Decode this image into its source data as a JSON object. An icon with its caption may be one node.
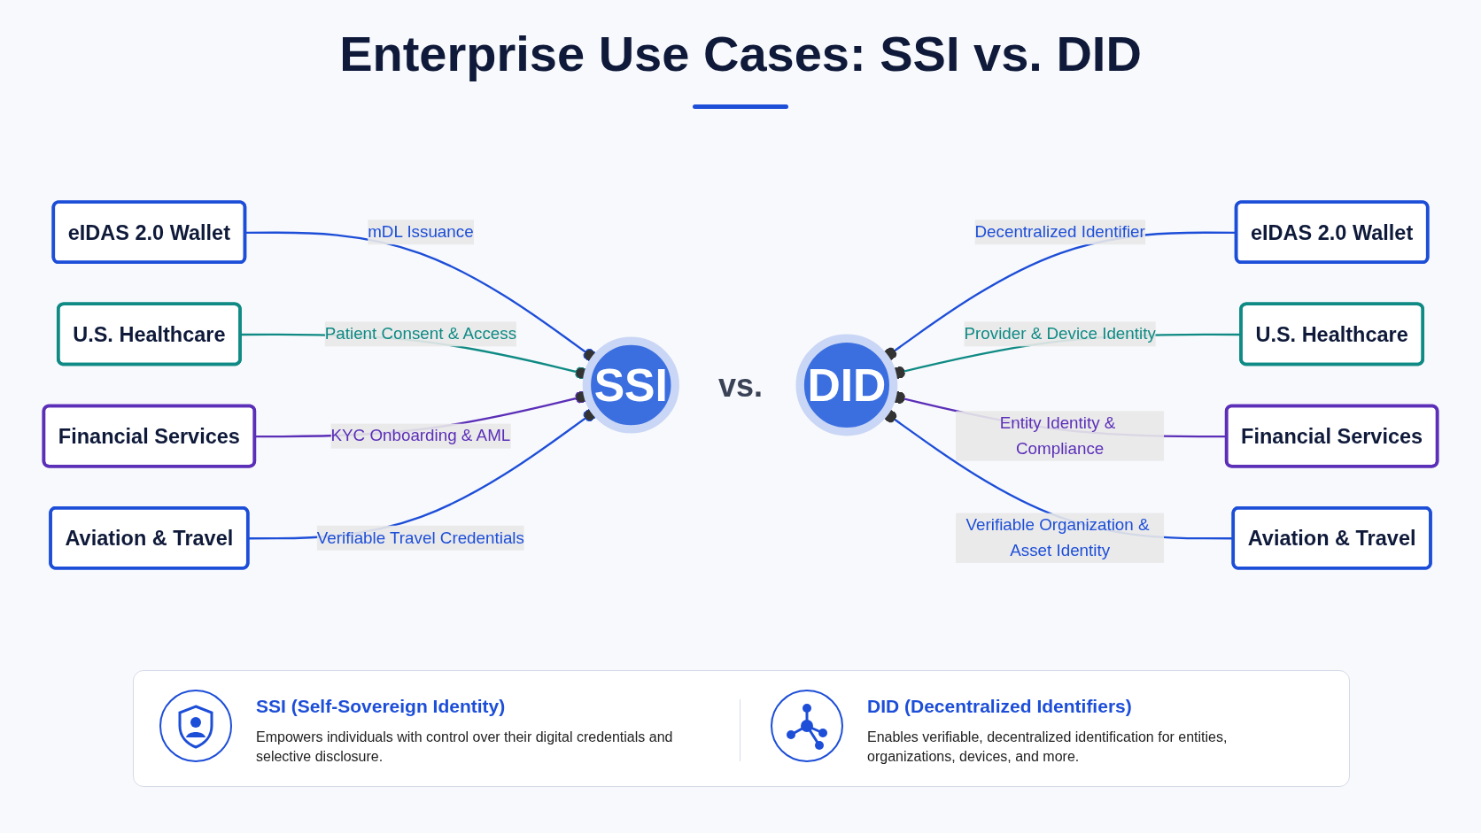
{
  "diagram": {
    "title": "Enterprise Use Cases: SSI vs. DID",
    "nodes": [
      {
        "text": [
          "eIDAS 2.0 Wallet"
        ]
      },
      {
        "text": [
          "U.S. Healthcare"
        ]
      },
      {
        "text": [
          "Financial Services"
        ]
      },
      {
        "text": [
          "Aviation & Travel"
        ]
      },
      {
        "text": [
          "SSI"
        ]
      },
      {
        "text": [
          "DID"
        ]
      },
      {
        "text": [
          "eIDAS 2.0 Wallet"
        ]
      },
      {
        "text": [
          "U.S. Healthcare"
        ]
      },
      {
        "text": [
          "Financial Services"
        ]
      },
      {
        "text": [
          "Aviation & Travel"
        ]
      }
    ],
    "edges": [
      {
        "from": 0,
        "to": 4,
        "arrow": "other",
        "label": "mDL Issuance"
      },
      {
        "from": 1,
        "to": 4,
        "arrow": "other",
        "label": "Patient Consent & Access",
        "color": "#0f8a84"
      },
      {
        "from": 2,
        "to": 4,
        "arrow": "other",
        "label": "KYC Onboarding & AML",
        "color": "#5b2fb8"
      },
      {
        "from": 3,
        "to": 4,
        "arrow": "other",
        "label": "Verifiable Travel Credentials"
      },
      {
        "from": 6,
        "to": 5,
        "arrow": "other",
        "label": "Decentralized Identifier"
      },
      {
        "from": 7,
        "to": 5,
        "arrow": "other",
        "label": "Provider & Device Identity",
        "color": "#0f8a84"
      },
      {
        "from": 8,
        "to": 5,
        "arrow": "other",
        "label": "Entity Identity & Compliance",
        "color": "#5b2fb8"
      },
      {
        "from": 9,
        "to": 5,
        "arrow": "other",
        "label": "Verifiable Organization & Asset Identity"
      }
    ],
    "labels": [
      "vs.",
      "SSI (Self-Sovereign Identity)",
      "Empowers individuals with control over their digital credentials and selective disclosure.",
      "DID (Decentralized Identifiers)",
      "Enables verifiable, decentralized identification for entities, organizations, devices, and more."
    ]
  }
}
